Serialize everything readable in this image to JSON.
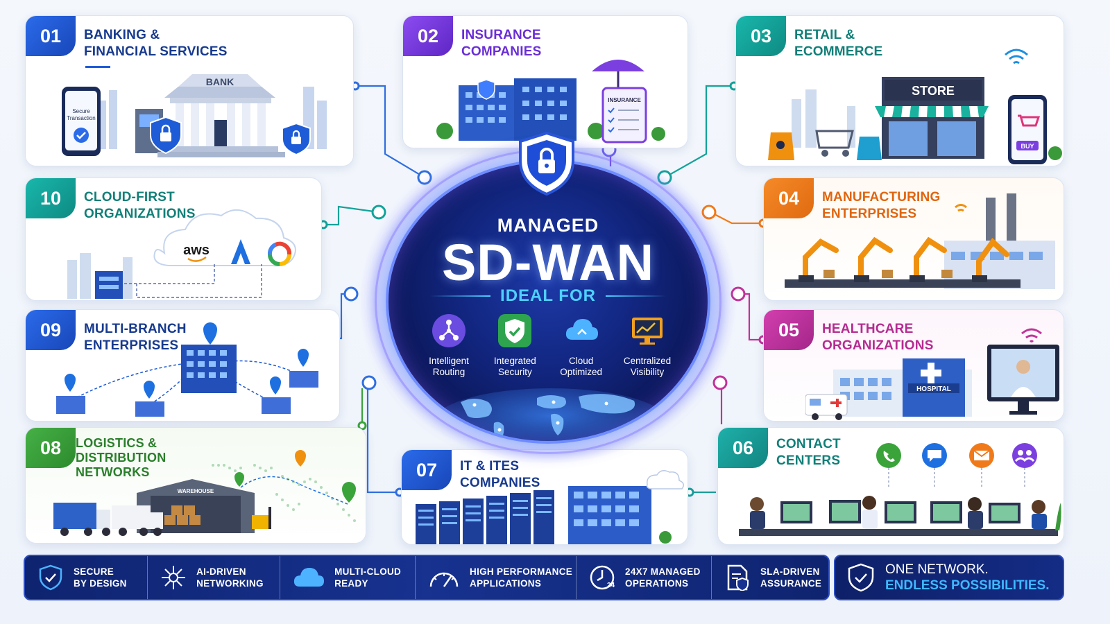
{
  "hub": {
    "line1": "MANAGED",
    "line2": "SD-WAN",
    "line3": "IDEAL FOR",
    "features": [
      {
        "icon": "routing-icon",
        "line1": "Intelligent",
        "line2": "Routing"
      },
      {
        "icon": "security-shield-icon",
        "line1": "Integrated",
        "line2": "Security"
      },
      {
        "icon": "cloud-icon",
        "line1": "Cloud",
        "line2": "Optimized"
      },
      {
        "icon": "monitor-chart-icon",
        "line1": "Centralized",
        "line2": "Visibility"
      }
    ]
  },
  "cards": {
    "banking": {
      "num": "01",
      "line1": "BANKING &",
      "line2": "FINANCIAL SERVICES",
      "color": "#1e5bd6",
      "phone_text1": "Secure",
      "phone_text2": "Transaction",
      "bank_label": "BANK"
    },
    "insurance": {
      "num": "02",
      "line1": "INSURANCE",
      "line2": "COMPANIES",
      "color": "#7b3fe0",
      "clipboard_label": "INSURANCE"
    },
    "retail": {
      "num": "03",
      "line1": "RETAIL &",
      "line2": "ECOMMERCE",
      "color": "#12a39a",
      "store_label": "STORE",
      "buy_label": "BUY"
    },
    "manufacturing": {
      "num": "04",
      "line1": "MANUFACTURING",
      "line2": "ENTERPRISES",
      "color": "#f07a1a"
    },
    "healthcare": {
      "num": "05",
      "line1": "HEALTHCARE",
      "line2": "ORGANIZATIONS",
      "color": "#c0339a",
      "hospital_label": "HOSPITAL"
    },
    "contact": {
      "num": "06",
      "line1": "CONTACT",
      "line2": "CENTERS",
      "color": "#1b9e9a"
    },
    "it": {
      "num": "07",
      "line1": "IT & ITES",
      "line2": "COMPANIES",
      "color": "#1e5bd6"
    },
    "logistics": {
      "num": "08",
      "line1": "LOGISTICS &",
      "line2": "DISTRIBUTION",
      "line3": "NETWORKS",
      "color": "#3aa33a",
      "warehouse_label": "WAREHOUSE"
    },
    "multibranch": {
      "num": "09",
      "line1": "MULTI-BRANCH",
      "line2": "ENTERPRISES",
      "color": "#1e5bd6"
    },
    "cloud": {
      "num": "10",
      "line1": "CLOUD-FIRST",
      "line2": "ORGANIZATIONS",
      "color": "#12a39a",
      "aws_label": "aws"
    }
  },
  "bottom_bar": [
    {
      "icon": "shield-icon",
      "line1": "SECURE",
      "line2": "BY DESIGN"
    },
    {
      "icon": "ai-network-icon",
      "line1": "AI-DRIVEN",
      "line2": "NETWORKING"
    },
    {
      "icon": "cloud-icon",
      "line1": "MULTI-CLOUD",
      "line2": "READY"
    },
    {
      "icon": "speedometer-icon",
      "line1": "HIGH PERFORMANCE",
      "line2": "APPLICATIONS"
    },
    {
      "icon": "clock-24-icon",
      "line1": "24X7 MANAGED",
      "line2": "OPERATIONS"
    },
    {
      "icon": "document-shield-icon",
      "line1": "SLA-DRIVEN",
      "line2": "ASSURANCE"
    }
  ],
  "tagline": {
    "line1": "ONE NETWORK.",
    "line2": "ENDLESS POSSIBILITIES."
  }
}
